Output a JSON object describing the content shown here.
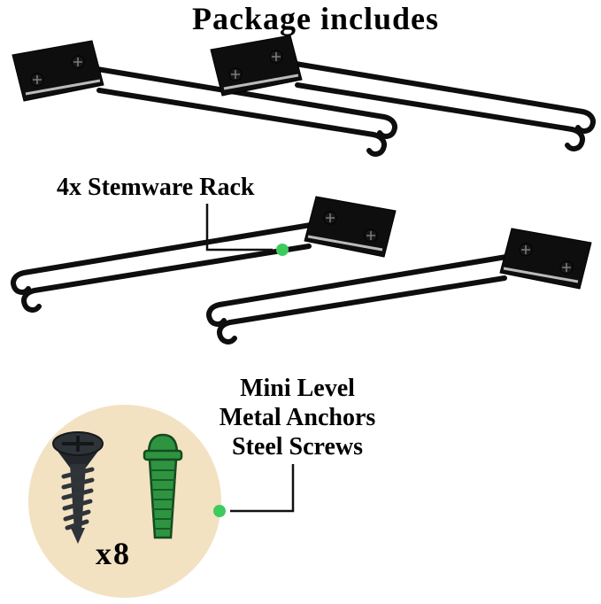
{
  "image_title": "Package includes",
  "callouts": {
    "stemware": {
      "label": "4x Stemware Rack"
    },
    "hardware": {
      "lines": [
        "Mini Level",
        "Metal Anchors",
        "Steel Screws"
      ]
    }
  },
  "hardware_detail": {
    "quantity": "x8",
    "icons": [
      "screw-icon",
      "wall-anchor-icon",
      "stemware-rack"
    ]
  },
  "counts": {
    "stemware_racks_shown": 4
  },
  "colors": {
    "background": "#ffffff",
    "rack_black": "#0e0e0e",
    "callout_dot_green": "#3ecb5e",
    "hardware_circle_beige": "#f2e2c2",
    "anchor_green": "#2e9440",
    "screw_gray": "#2e3338",
    "text": "#000000"
  }
}
